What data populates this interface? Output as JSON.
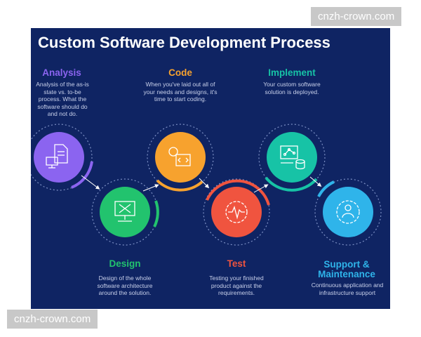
{
  "title": "Custom Software Development Process",
  "watermarks": [
    "cnzh-crown.com",
    "cnzh-crown.com"
  ],
  "steps": [
    {
      "heading": "Analysis",
      "color": "#8b64f0",
      "icon": "document-computer-icon",
      "description": "Analysis of the as-is state vs. to-be process. What the software should do and not do."
    },
    {
      "heading": "Design",
      "color": "#22c36e",
      "icon": "design-tools-monitor-icon",
      "description": "Design of the whole software architecture around the solution."
    },
    {
      "heading": "Code",
      "color": "#f7a22e",
      "icon": "code-window-gear-icon",
      "description": "When you've laid out all of your needs and designs, it's time to start coding."
    },
    {
      "heading": "Test",
      "color": "#f0543f",
      "icon": "test-gear-pulse-icon",
      "description": "Testing your finished product against the requirements."
    },
    {
      "heading": "Implement",
      "color": "#17c3a6",
      "icon": "server-network-icon",
      "description": "Your custom software solution is deployed."
    },
    {
      "heading": "Support & Maintenance",
      "color": "#2fb4ea",
      "icon": "support-person-gear-icon",
      "description": "Continuous application and infrastructure support"
    }
  ]
}
